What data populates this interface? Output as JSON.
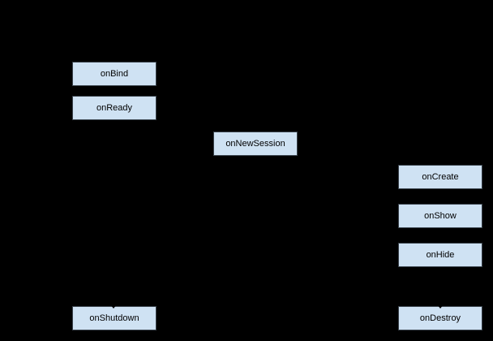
{
  "diagram": {
    "background_color": "#000000",
    "node_fill_color": "#cfe2f3",
    "node_border_color": "#3a434c",
    "node_text_color": "#000000",
    "arrow_color": "#000000",
    "nodes": [
      {
        "label": "onBind"
      },
      {
        "label": "onReady"
      },
      {
        "label": "onNewSession"
      },
      {
        "label": "onCreate"
      },
      {
        "label": "onShow"
      },
      {
        "label": "onHide"
      },
      {
        "label": "onShutdown"
      },
      {
        "label": "onDestroy"
      }
    ]
  }
}
